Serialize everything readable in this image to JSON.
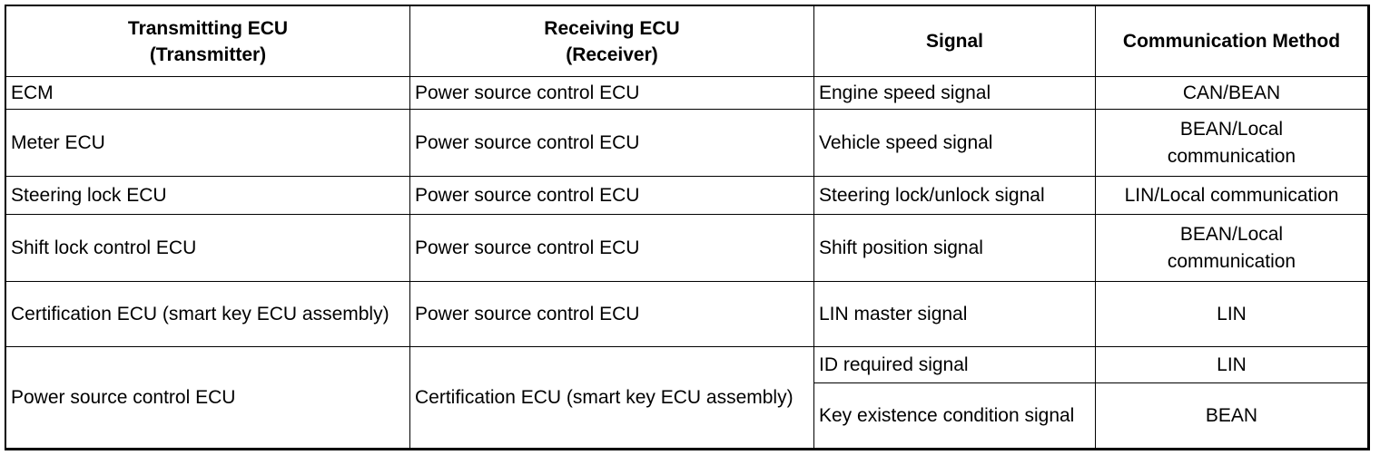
{
  "table": {
    "headers": [
      "Transmitting ECU\n(Transmitter)",
      "Receiving ECU\n(Receiver)",
      "Signal",
      "Communication Method"
    ],
    "header_lines": {
      "transmitter": [
        "Transmitting ECU",
        "(Transmitter)"
      ],
      "receiver": [
        "Receiving ECU",
        "(Receiver)"
      ],
      "signal": "Signal",
      "method": "Communication Method"
    },
    "rows": [
      {
        "transmitter": "ECM",
        "receiver": "Power source control ECU",
        "signal": "Engine speed signal",
        "method": "CAN/BEAN"
      },
      {
        "transmitter": "Meter ECU",
        "receiver": "Power source control ECU",
        "signal": "Vehicle speed signal",
        "method": "BEAN/Local communication"
      },
      {
        "transmitter": "Steering lock ECU",
        "receiver": "Power source control ECU",
        "signal": "Steering lock/unlock signal",
        "method": "LIN/Local communication"
      },
      {
        "transmitter": "Shift lock control ECU",
        "receiver": "Power source control ECU",
        "signal": "Shift position signal",
        "method": "BEAN/Local communication"
      },
      {
        "transmitter": "Certification ECU (smart key ECU assembly)",
        "receiver": "Power source control ECU",
        "signal": "LIN master signal",
        "method": "LIN"
      },
      {
        "transmitter": "Power source control ECU",
        "receiver": "Certification ECU (smart key ECU assembly)",
        "signal": "ID required signal",
        "method": "LIN"
      },
      {
        "transmitter": "Power source control ECU",
        "receiver": "Certification ECU (smart key ECU assembly)",
        "signal": "Key existence condition signal",
        "method": "BEAN"
      }
    ]
  }
}
